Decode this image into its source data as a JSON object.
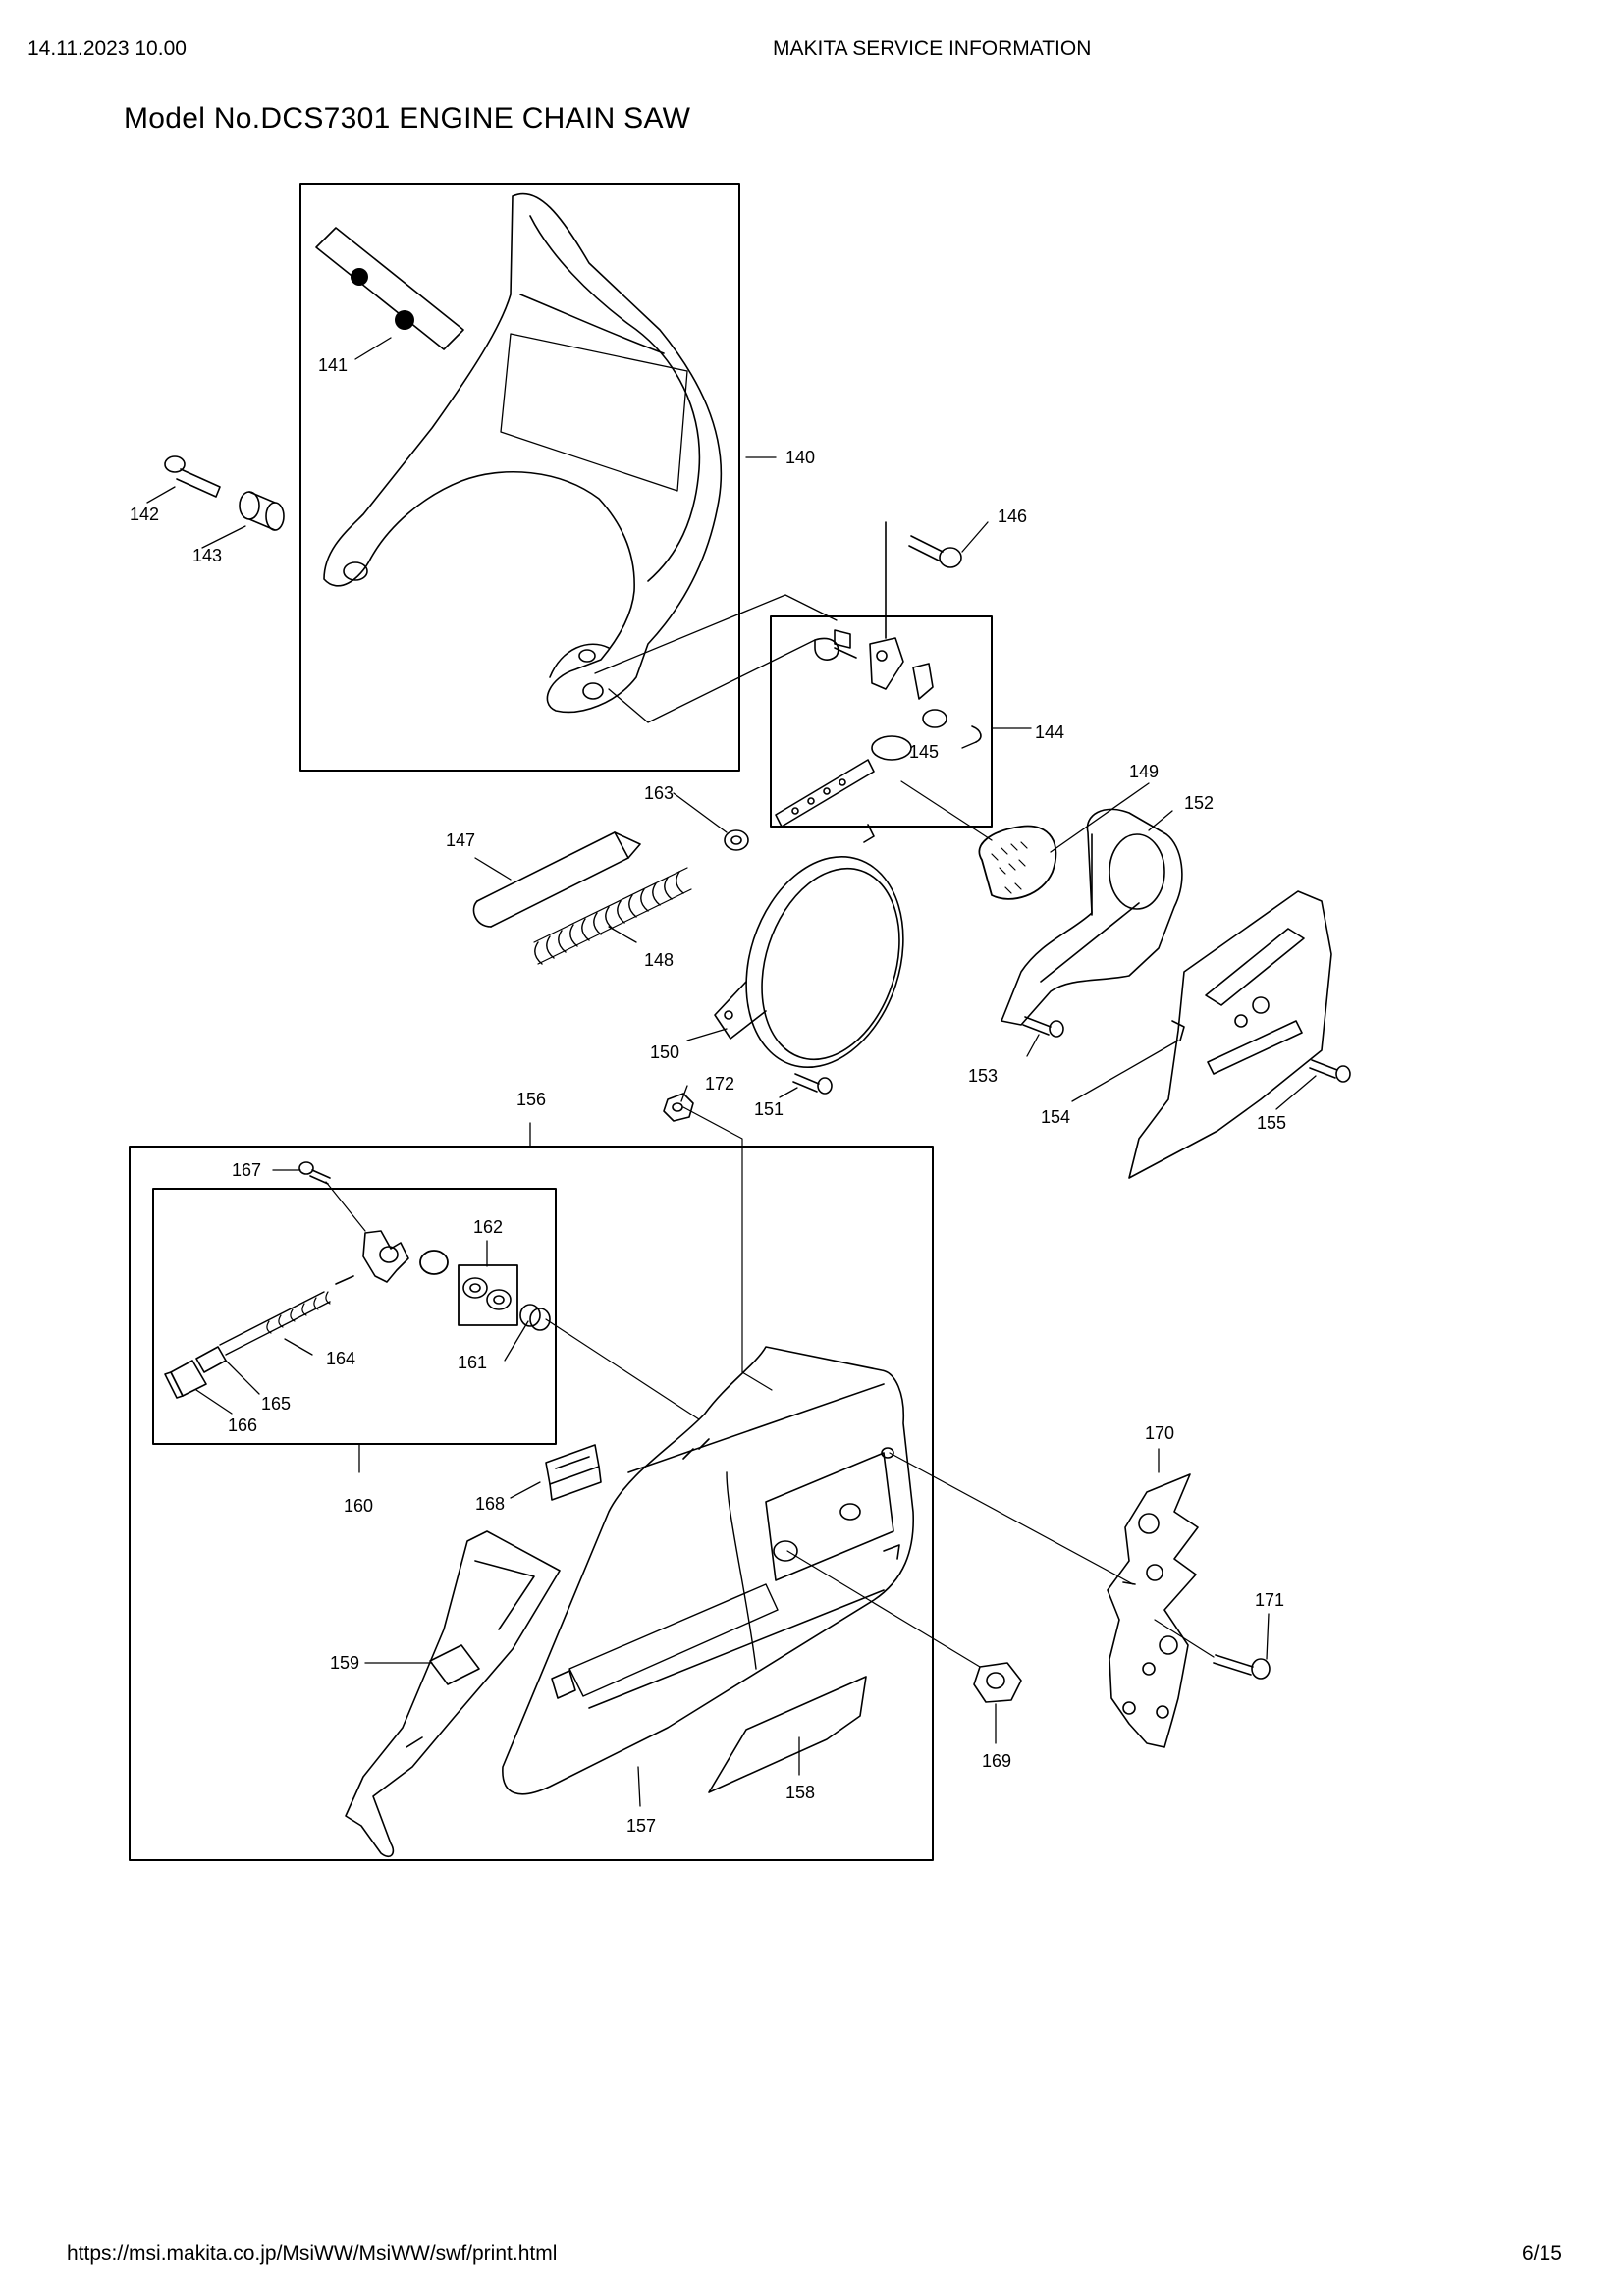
{
  "header": {
    "datetime": "14.11.2023 10.00",
    "source": "MAKITA SERVICE INFORMATION"
  },
  "title": "Model No.DCS7301 ENGINE CHAIN SAW",
  "footer": {
    "url": "https://msi.makita.co.jp/MsiWW/MsiWW/swf/print.html",
    "page": "6/15"
  },
  "parts": [
    {
      "id": "140",
      "label": "140"
    },
    {
      "id": "141",
      "label": "141"
    },
    {
      "id": "142",
      "label": "142"
    },
    {
      "id": "143",
      "label": "143"
    },
    {
      "id": "144",
      "label": "144"
    },
    {
      "id": "145",
      "label": "145"
    },
    {
      "id": "146",
      "label": "146"
    },
    {
      "id": "147",
      "label": "147"
    },
    {
      "id": "148",
      "label": "148"
    },
    {
      "id": "149",
      "label": "149"
    },
    {
      "id": "150",
      "label": "150"
    },
    {
      "id": "151",
      "label": "151"
    },
    {
      "id": "152",
      "label": "152"
    },
    {
      "id": "153",
      "label": "153"
    },
    {
      "id": "154",
      "label": "154"
    },
    {
      "id": "155",
      "label": "155"
    },
    {
      "id": "156",
      "label": "156"
    },
    {
      "id": "157",
      "label": "157"
    },
    {
      "id": "158",
      "label": "158"
    },
    {
      "id": "159",
      "label": "159"
    },
    {
      "id": "160",
      "label": "160"
    },
    {
      "id": "161",
      "label": "161"
    },
    {
      "id": "162",
      "label": "162"
    },
    {
      "id": "163",
      "label": "163"
    },
    {
      "id": "164",
      "label": "164"
    },
    {
      "id": "165",
      "label": "165"
    },
    {
      "id": "166",
      "label": "166"
    },
    {
      "id": "167",
      "label": "167"
    },
    {
      "id": "168",
      "label": "168"
    },
    {
      "id": "169",
      "label": "169"
    },
    {
      "id": "170",
      "label": "170"
    },
    {
      "id": "171",
      "label": "171"
    },
    {
      "id": "172",
      "label": "172"
    }
  ]
}
